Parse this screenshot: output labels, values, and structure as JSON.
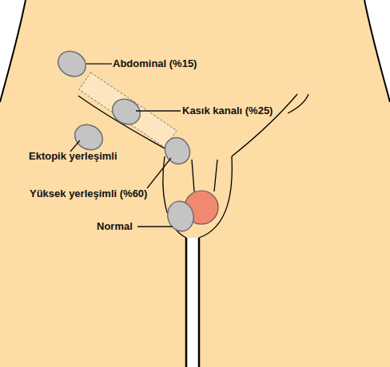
{
  "diagram": {
    "labels": [
      "Abdominal (%15)",
      "Kasık kanalı (%25)",
      "Ektopik yerleşimli",
      "Yüksek yerleşimli (%60)",
      "Normal"
    ]
  }
}
